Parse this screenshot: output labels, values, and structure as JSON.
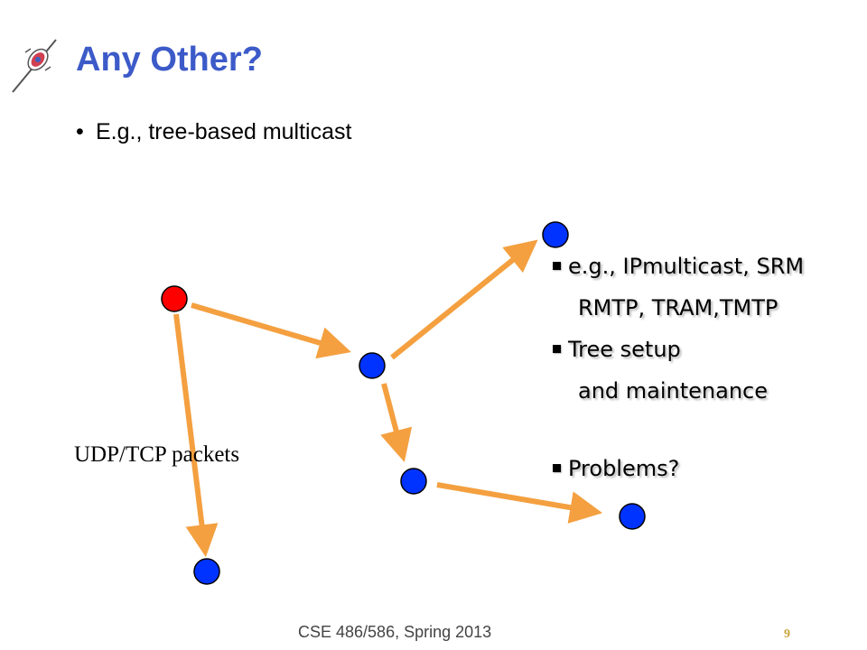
{
  "slide": {
    "title": "Any Other?",
    "bullet": "E.g., tree-based multicast",
    "side_points": [
      {
        "text": "e.g., IPmulticast, SRM",
        "marker": true
      },
      {
        "text": "RMTP, TRAM,TMTP",
        "marker": false
      },
      {
        "text": "Tree setup",
        "marker": true
      },
      {
        "text": "and maintenance",
        "marker": false
      },
      {
        "text": "Problems?",
        "marker": true
      }
    ],
    "diagram_label": "UDP/TCP packets",
    "footer": "CSE 486/586, Spring 2013",
    "page_number": "9"
  },
  "colors": {
    "title": "#3c5ac8",
    "source_node": "#ff0000",
    "receiver_node": "#0033ff",
    "edge": "#f4a040"
  },
  "nodes": [
    {
      "id": "source",
      "role": "source"
    },
    {
      "id": "n1",
      "role": "receiver"
    },
    {
      "id": "n2",
      "role": "receiver"
    },
    {
      "id": "n3",
      "role": "receiver"
    },
    {
      "id": "n4",
      "role": "receiver"
    },
    {
      "id": "n5",
      "role": "receiver"
    }
  ],
  "edges": [
    {
      "from": "source",
      "to": "n2"
    },
    {
      "from": "source",
      "to": "n5"
    },
    {
      "from": "n2",
      "to": "n1"
    },
    {
      "from": "n2",
      "to": "n3"
    },
    {
      "from": "n3",
      "to": "n4"
    }
  ]
}
